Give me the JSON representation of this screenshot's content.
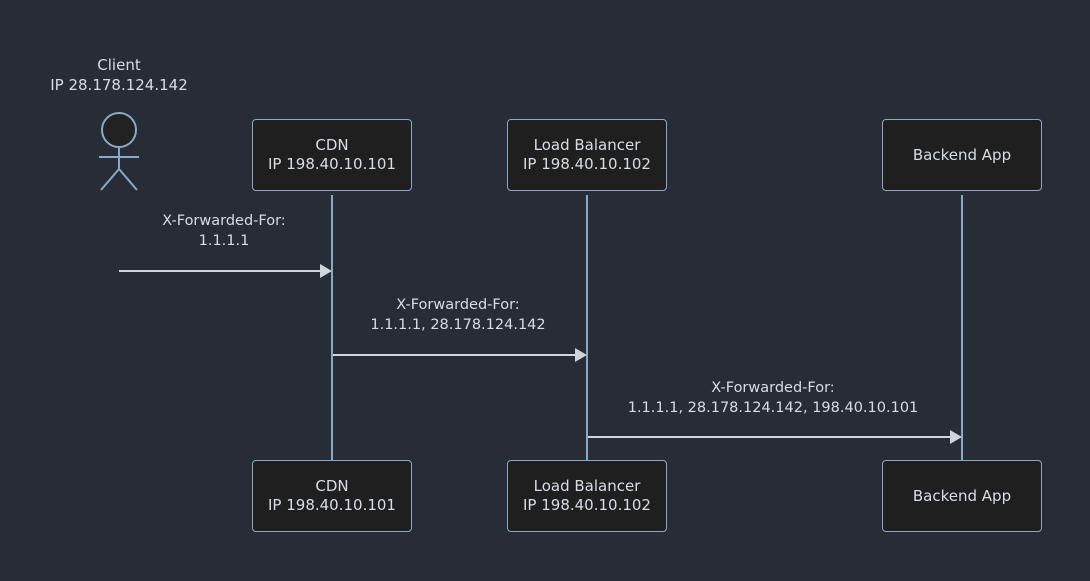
{
  "diagram": {
    "type": "sequence-diagram",
    "background_color": "#282c36",
    "lifeline_color": "#8aa9c9",
    "box_fill_color": "#1f1f1f",
    "text_color": "#d8dde3",
    "arrow_color": "#d0d5db"
  },
  "actor": {
    "name": "Client",
    "ip": "IP 28.178.124.142",
    "icon": "actor-stick-figure"
  },
  "participants": {
    "cdn": {
      "name": "CDN",
      "ip": "IP 198.40.10.101"
    },
    "load_balancer": {
      "name": "Load Balancer",
      "ip": "IP 198.40.10.102"
    },
    "backend": {
      "name": "Backend App",
      "ip": ""
    }
  },
  "messages": [
    {
      "from": "Client",
      "to": "CDN",
      "header": "X-Forwarded-For:",
      "value": "1.1.1.1",
      "arrow": "solid-filled"
    },
    {
      "from": "CDN",
      "to": "Load Balancer",
      "header": "X-Forwarded-For:",
      "value": "1.1.1.1, 28.178.124.142",
      "arrow": "solid-filled"
    },
    {
      "from": "Load Balancer",
      "to": "Backend App",
      "header": "X-Forwarded-For:",
      "value": "1.1.1.1, 28.178.124.142, 198.40.10.101",
      "arrow": "solid-filled"
    }
  ]
}
